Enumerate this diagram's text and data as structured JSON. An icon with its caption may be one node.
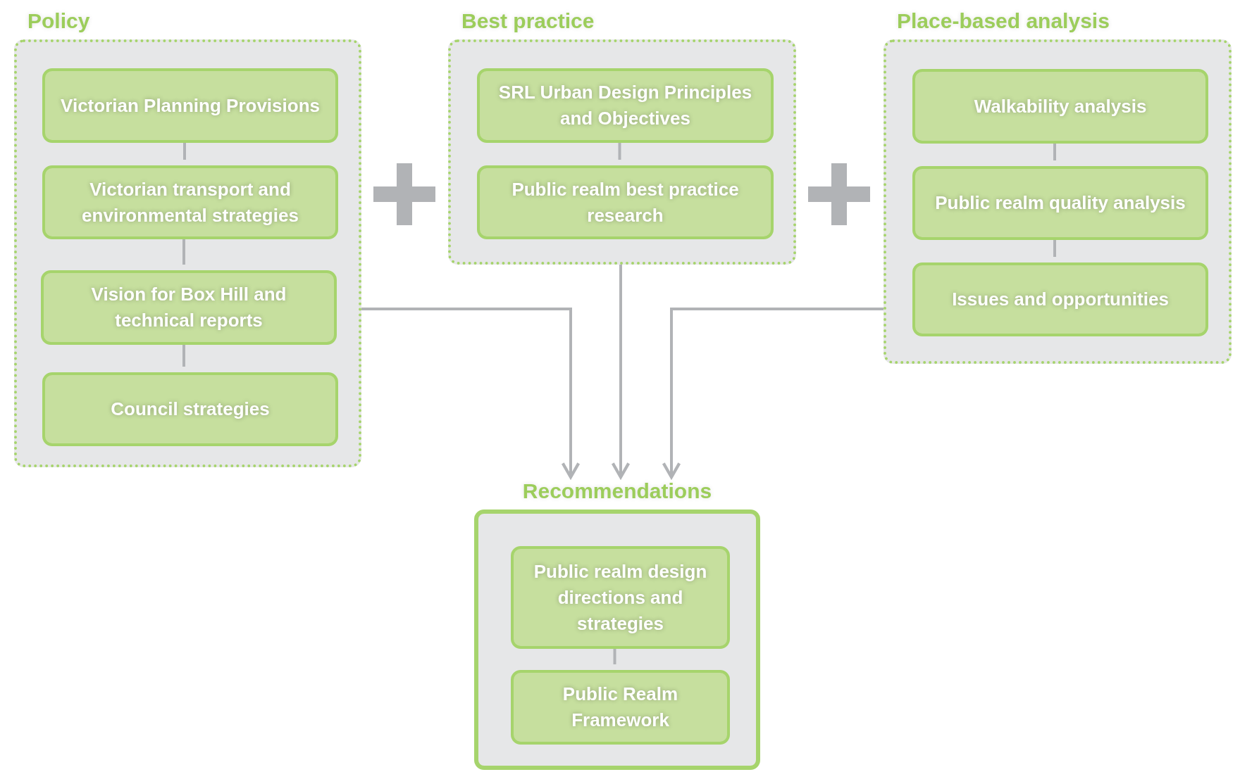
{
  "diagram": {
    "nodes": [
      {
        "text": [
          "Policy"
        ]
      },
      {
        "text": [
          "Victorian Planning Provisions"
        ],
        "in": 0
      },
      {
        "text": [
          "Victorian transport and environmental strategies"
        ],
        "in": 0
      },
      {
        "text": [
          "Vision for Box Hill and technical reports"
        ],
        "in": 0
      },
      {
        "text": [
          "Council strategies"
        ],
        "in": 0
      },
      {
        "text": [
          "Best practice"
        ]
      },
      {
        "text": [
          "SRL Urban Design Principles and Objectives"
        ],
        "in": 5
      },
      {
        "text": [
          "Public realm best practice research"
        ],
        "in": 5
      },
      {
        "text": [
          "Place-based analysis"
        ]
      },
      {
        "text": [
          "Walkability analysis"
        ],
        "in": 8
      },
      {
        "text": [
          "Public realm quality analysis"
        ],
        "in": 8
      },
      {
        "text": [
          "Issues and opportunities"
        ],
        "in": 8
      },
      {
        "text": [
          "Recommendations"
        ]
      },
      {
        "text": [
          "Public realm design directions and strategies"
        ],
        "in": 12
      },
      {
        "text": [
          "Public Realm Framework"
        ],
        "in": 12
      }
    ],
    "edges": [
      {
        "from": 1,
        "to": 2,
        "arrow": "none"
      },
      {
        "from": 2,
        "to": 3,
        "arrow": "none"
      },
      {
        "from": 3,
        "to": 4,
        "arrow": "none"
      },
      {
        "from": 6,
        "to": 7,
        "arrow": "none"
      },
      {
        "from": 9,
        "to": 10,
        "arrow": "none"
      },
      {
        "from": 10,
        "to": 11,
        "arrow": "none"
      },
      {
        "from": 13,
        "to": 14,
        "arrow": "none"
      },
      {
        "from": 0,
        "to": 12,
        "arrow": "to"
      },
      {
        "from": 5,
        "to": 12,
        "arrow": "to"
      },
      {
        "from": 8,
        "to": 12,
        "arrow": "to"
      }
    ]
  }
}
